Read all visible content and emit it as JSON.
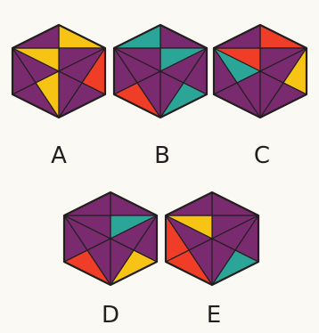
{
  "colors": {
    "purple": "#7a2a6e",
    "red": "#ef3d27",
    "yellow": "#f7c416",
    "teal": "#2aa597",
    "outline": "#231f20",
    "background": "#fbf9f4"
  },
  "cubes": [
    {
      "label": "A",
      "top": [
        "yellow",
        "purple",
        "yellow",
        "purple"
      ],
      "left": [
        "purple",
        "yellow",
        "purple",
        "purple"
      ],
      "right": [
        "purple",
        "red",
        "purple",
        "purple"
      ]
    },
    {
      "label": "B",
      "top": [
        "purple",
        "teal",
        "purple",
        "teal"
      ],
      "left": [
        "purple",
        "purple",
        "red",
        "purple"
      ],
      "right": [
        "purple",
        "purple",
        "teal",
        "purple"
      ]
    },
    {
      "label": "C",
      "top": [
        "red",
        "purple",
        "red",
        "purple"
      ],
      "left": [
        "teal",
        "purple",
        "purple",
        "purple"
      ],
      "right": [
        "purple",
        "yellow",
        "purple",
        "purple"
      ]
    },
    {
      "label": "D",
      "top": [
        "purple",
        "teal",
        "purple",
        "purple"
      ],
      "left": [
        "purple",
        "purple",
        "red",
        "purple"
      ],
      "right": [
        "purple",
        "purple",
        "yellow",
        "purple"
      ]
    },
    {
      "label": "E",
      "top": [
        "purple",
        "purple",
        "yellow",
        "purple"
      ],
      "left": [
        "purple",
        "purple",
        "red",
        "red"
      ],
      "right": [
        "purple",
        "purple",
        "teal",
        "purple"
      ]
    }
  ]
}
